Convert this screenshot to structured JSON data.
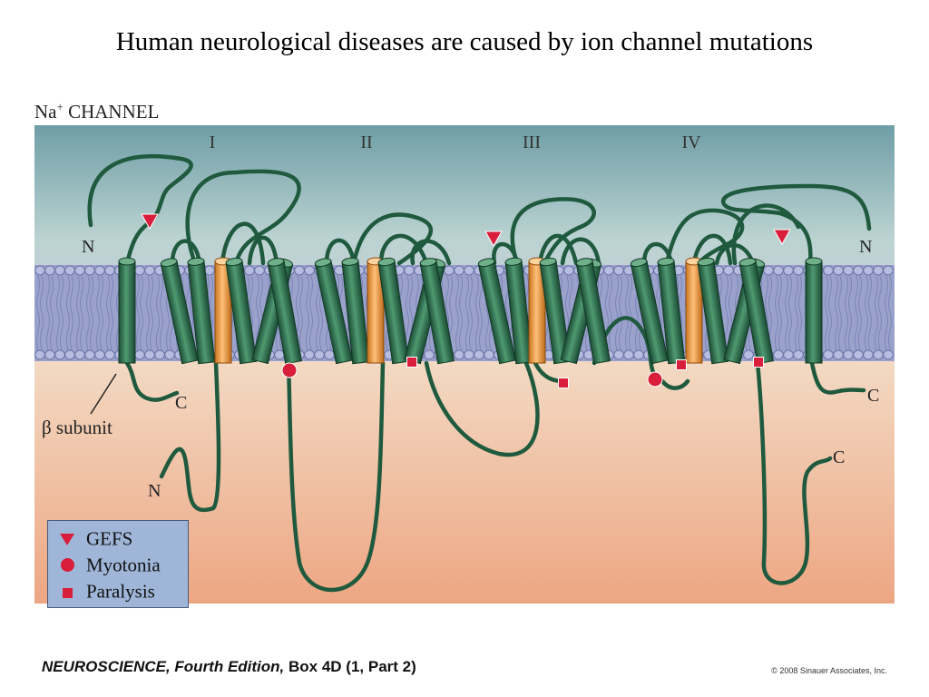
{
  "slide_title": "Human neurological diseases are caused by ion channel mutations",
  "channel_label": {
    "text": "Na",
    "superscript": "+",
    "suffix": " CHANNEL"
  },
  "domains": [
    "I",
    "II",
    "III",
    "IV"
  ],
  "terminal_labels": {
    "left_n": "N",
    "left_c": "C",
    "beta_subunit": "β subunit",
    "alpha_n": "N",
    "alpha_c": "C",
    "right_n": "N",
    "right_c": "C"
  },
  "legend": [
    {
      "symbol": "triangle-icon",
      "label": "GEFS"
    },
    {
      "symbol": "circle-icon",
      "label": "Myotonia"
    },
    {
      "symbol": "square-icon",
      "label": "Paralysis"
    }
  ],
  "mutation_color": "#d81e3a",
  "helix_color": "#2d6e4e",
  "pore_helix_color": "#f0a040",
  "footer": {
    "book": "NEUROSCIENCE,",
    "edition": " Fourth Edition,",
    "box": " Box 4D (1, Part 2)",
    "copyright": "© 2008 Sinauer Associates, Inc."
  }
}
